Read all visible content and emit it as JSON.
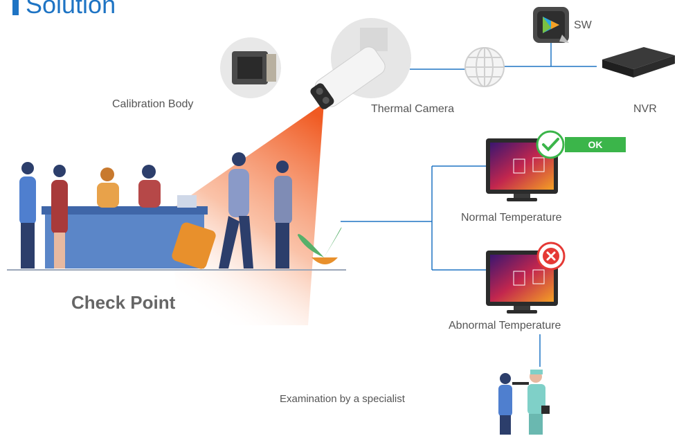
{
  "title": "Solution",
  "labels": {
    "calibration": "Calibration Body",
    "thermal": "Thermal Camera",
    "nvr": "NVR",
    "sw": "SW",
    "ok": "OK",
    "normal": "Normal Temperature",
    "abnormal": "Abnormal Temperature",
    "checkpoint": "Check Point",
    "exam": "Examination by a specialist"
  },
  "colors": {
    "brand_blue": "#1e74c4",
    "ok_green": "#3bb54a",
    "alert_red": "#e53935",
    "beam_orange": "#f26a2e"
  },
  "icons": [
    "calibration-body-icon",
    "thermal-camera-icon",
    "globe-network-icon",
    "sw-app-icon",
    "nvr-device-icon",
    "check-mark-icon",
    "alert-x-icon"
  ]
}
